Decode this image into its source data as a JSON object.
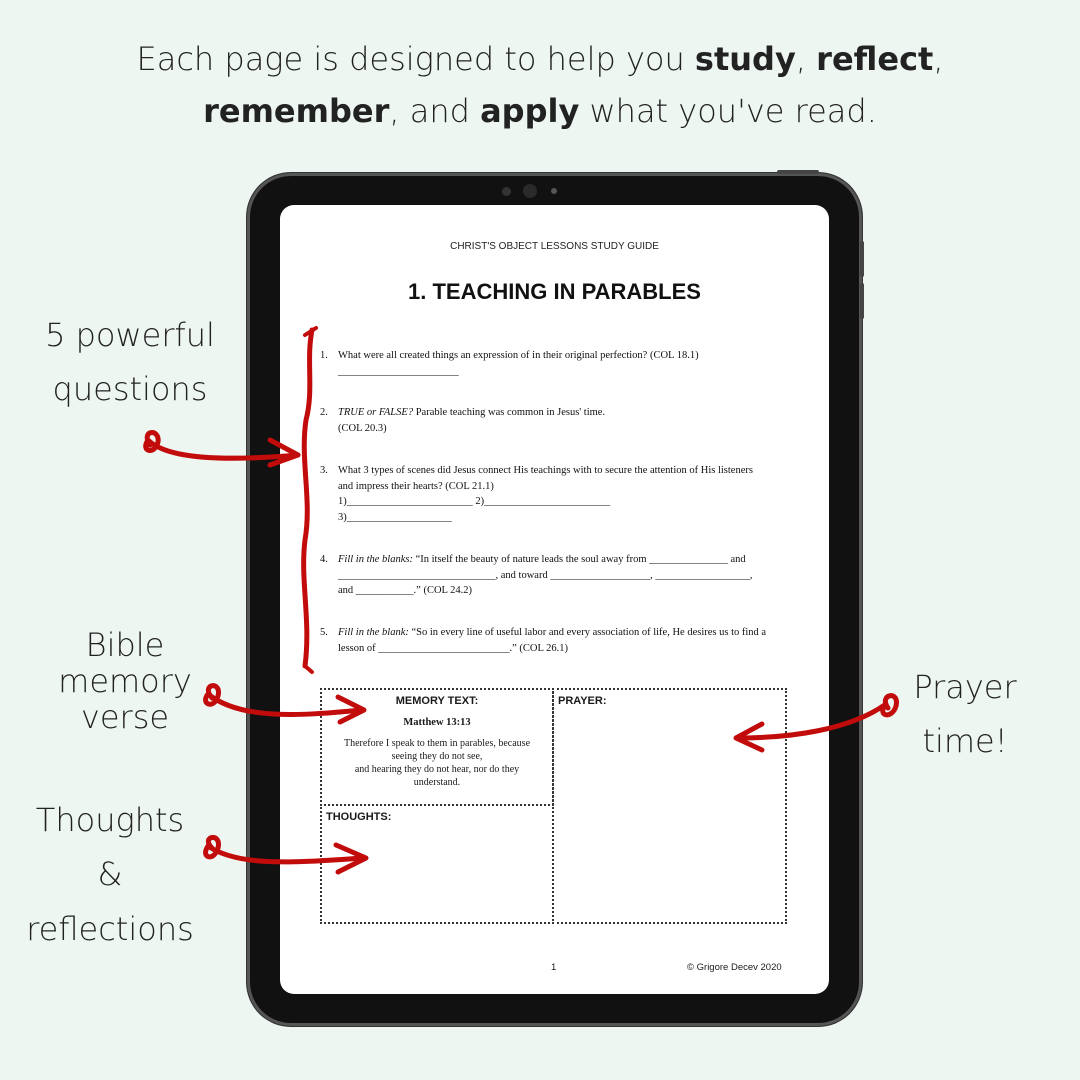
{
  "headline": {
    "line1": [
      {
        "text": "Each page is designed to help you ",
        "bold": false
      },
      {
        "text": "study",
        "bold": true
      },
      {
        "text": ", ",
        "bold": false
      },
      {
        "text": "reflect",
        "bold": true
      },
      {
        "text": ",",
        "bold": false
      }
    ],
    "line2": [
      {
        "text": "remember",
        "bold": true
      },
      {
        "text": ", and ",
        "bold": false
      },
      {
        "text": "apply",
        "bold": true
      },
      {
        "text": " what you've read.",
        "bold": false
      }
    ]
  },
  "annotations": {
    "questions": [
      "5 powerful",
      "questions"
    ],
    "bible": [
      "Bible",
      "memory",
      "verse"
    ],
    "thoughts": [
      "Thoughts &",
      "reflections"
    ],
    "prayer": [
      "Prayer",
      "time!"
    ]
  },
  "accent_color": "#c20b0b",
  "document": {
    "header": "CHRIST'S OBJECT LESSONS STUDY GUIDE",
    "title": "1. TEACHING IN PARABLES",
    "questions": [
      {
        "num": "1.",
        "lines": [
          [
            "What were all created things an expression of in their original perfection? (COL 18.1)"
          ],
          [
            "_______________________"
          ]
        ]
      },
      {
        "num": "2.",
        "lines": [
          [
            "*TRUE or FALSE?*",
            " Parable teaching was common in Jesus' time."
          ],
          [
            "(COL 20.3)"
          ]
        ]
      },
      {
        "num": "3.",
        "lines": [
          [
            "What 3 types of scenes did Jesus connect His teachings with to secure the attention of His listeners"
          ],
          [
            "and impress their hearts? (COL 21.1)"
          ],
          [
            "1)________________________ 2)________________________"
          ],
          [
            "3)____________________"
          ]
        ]
      },
      {
        "num": "4.",
        "lines": [
          [
            "*Fill in the blanks:*",
            " “In itself the beauty of nature leads the soul away from _______________ and"
          ],
          [
            "______________________________, and toward ___________________, __________________,"
          ],
          [
            "and ___________.” (COL 24.2)"
          ]
        ]
      },
      {
        "num": "5.",
        "lines": [
          [
            "*Fill in the blank:*",
            " “So in every line of useful labor and every association of life, He desires us to find a"
          ],
          [
            "lesson of _________________________.” (COL 26.1)"
          ]
        ]
      }
    ],
    "memory": {
      "label": "MEMORY TEXT:",
      "reference": "Matthew 13:13",
      "verse_lines": [
        "Therefore I speak to them in parables, because",
        "seeing they do not see,",
        "and hearing they do not hear, nor do they",
        "understand."
      ]
    },
    "prayer_label": "PRAYER:",
    "thoughts_label": "THOUGHTS:",
    "page_number": "1",
    "copyright": "© Grigore Decev 2020"
  }
}
